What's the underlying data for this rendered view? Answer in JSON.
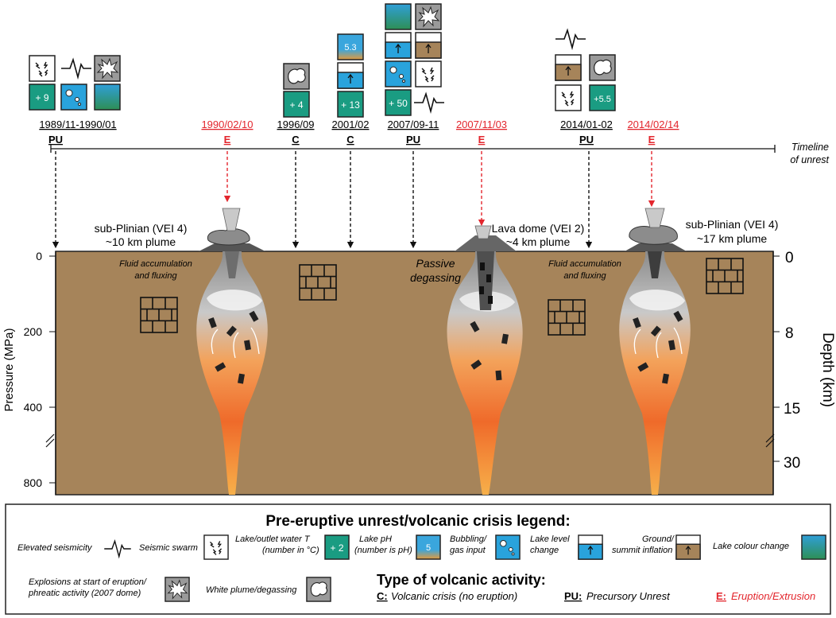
{
  "timeline": {
    "label_line1": "Timeline",
    "label_line2": "of unrest",
    "events": [
      {
        "date": "1989/11-1990/01",
        "type": "PU",
        "red": false
      },
      {
        "date": "1990/02/10",
        "type": "E",
        "red": true
      },
      {
        "date": "1996/09",
        "type": "C",
        "red": false
      },
      {
        "date": "2001/02",
        "type": "C",
        "red": false
      },
      {
        "date": "2007/09-11",
        "type": "PU",
        "red": false
      },
      {
        "date": "2007/11/03",
        "type": "E",
        "red": true
      },
      {
        "date": "2014/01-02",
        "type": "PU",
        "red": false
      },
      {
        "date": "2014/02/14",
        "type": "E",
        "red": true
      }
    ]
  },
  "icon_values": {
    "t1989": "+ 9",
    "t1996": "+ 4",
    "ph2001": "5.3",
    "t2001": "+ 13",
    "t2007": "+ 50",
    "t2014": "+5.5"
  },
  "eruptions": {
    "e1990_line1": "sub-Plinian (VEI 4)",
    "e1990_line2": "~10 km plume",
    "e2007_line1": "Lava dome (VEI 2)",
    "e2007_line2": "~4 km plume",
    "e2014_line1": "sub-Plinian (VEI 4)",
    "e2014_line2": "~17 km plume"
  },
  "section": {
    "fluid1_line1": "Fluid accumulation",
    "fluid1_line2": "and fluxing",
    "passive_line1": "Passive",
    "passive_line2": "degassing",
    "fluid2_line1": "Fluid accumulation",
    "fluid2_line2": "and fluxing"
  },
  "axes": {
    "left_label": "Pressure (MPa)",
    "left_ticks": [
      "0",
      "200",
      "400",
      "800"
    ],
    "right_label": "Depth (km)",
    "right_ticks": [
      "0",
      "8",
      "15",
      "30"
    ]
  },
  "legend": {
    "title": "Pre-eruptive unrest/volcanic crisis legend:",
    "elevated_seismicity": "Elevated seismicity",
    "seismic_swarm": "Seismic swarm",
    "lake_temp_line1": "Lake/outlet water  T",
    "lake_temp_line2": "(number in °C)",
    "lake_temp_value": "+ 2",
    "lake_ph_line1": "Lake pH",
    "lake_ph_line2": "(number is pH)",
    "lake_ph_value": "5",
    "bubbling_line1": "Bubbling/",
    "bubbling_line2": "gas input",
    "lake_level_line1": "Lake level",
    "lake_level_line2": "change",
    "inflation_line1": "Ground/",
    "inflation_line2": "summit inflation",
    "lake_colour": "Lake colour change",
    "explosions_line1": "Explosions at start of eruption/",
    "explosions_line2": "phreatic activity (2007 dome)",
    "white_plume": "White plume/degassing",
    "activity_title": "Type of volcanic activity:",
    "c_key": "C:",
    "c_desc": "Volcanic crisis (no eruption)",
    "pu_key": "PU:",
    "pu_desc": "Precursory Unrest",
    "e_key": "E:",
    "e_desc": "Eruption/Extrusion"
  },
  "colors": {
    "ground": "#a6845a",
    "teal": "#1a9c82",
    "blue": "#29a3dc",
    "red": "#e3262d"
  }
}
